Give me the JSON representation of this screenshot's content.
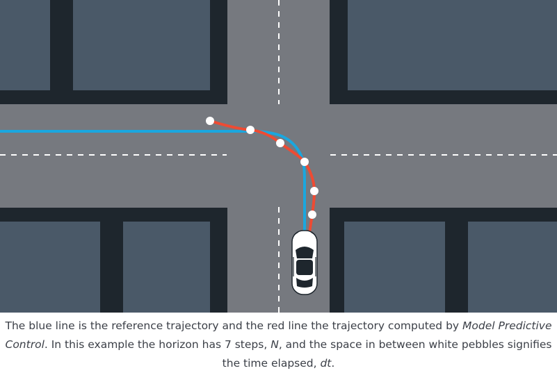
{
  "figure": {
    "reference_trajectory_color": "#1aa7df",
    "predicted_trajectory_color": "#ee4b33",
    "pebble_color": "#ffffff",
    "road_color": "#76797f",
    "block_outline_color": "#1e262d",
    "block_fill_color": "#4a5968",
    "horizon_steps": 7,
    "icons": [
      "car-icon"
    ]
  },
  "caption": {
    "part1": "The blue line is the reference trajectory and the red line the trajectory computed by ",
    "emph1": "Model Predictive Control",
    "part2": ". In this example the horizon has 7 steps, ",
    "emph2": "N",
    "part3": ", and the space in between white pebbles signifies the time elapsed, ",
    "emph3": "dt",
    "part4": "."
  }
}
